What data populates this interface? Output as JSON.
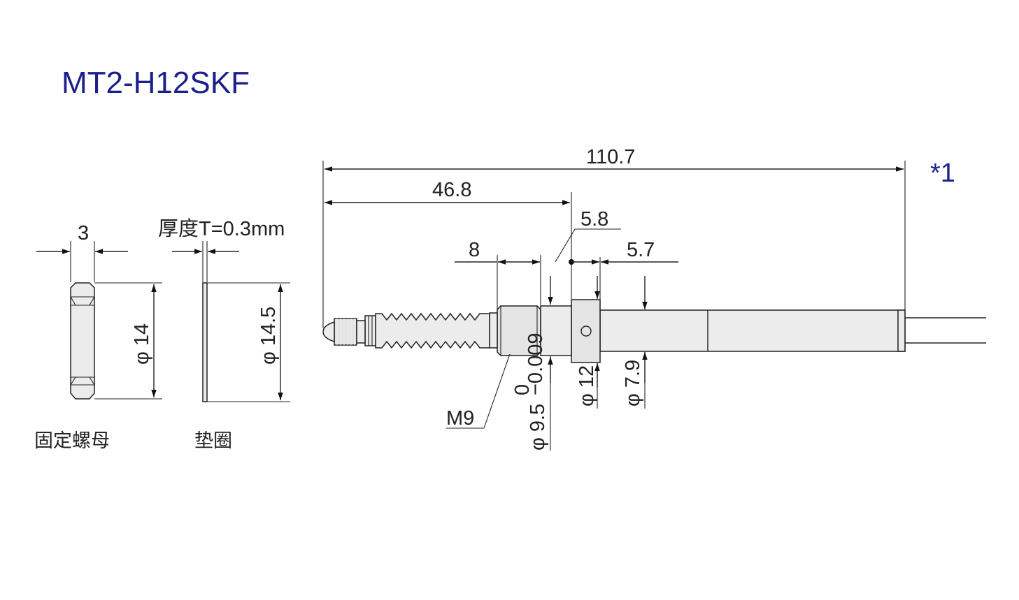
{
  "title": "MT2-H12SKF",
  "note": "*1",
  "colors": {
    "accent": "#1a1f8c",
    "line": "#222222",
    "fill": "#ececec"
  },
  "nut": {
    "caption": "固定螺母",
    "width": "3",
    "diameter": "φ 14"
  },
  "washer": {
    "caption": "垫圈",
    "thickness": "厚度T=0.3mm",
    "diameter": "φ 14.5"
  },
  "sensor": {
    "total_length": "110.7",
    "length_to_flange": "46.8",
    "flange_width": "5.8",
    "thread_length": "8",
    "collar_width": "5.7",
    "thread": "M9",
    "seat_diameter": "φ 9.5",
    "seat_tolerance_upper": "0",
    "seat_tolerance_lower": "−0.009",
    "flange_diameter": "φ 12",
    "body_diameter": "φ 7.9"
  }
}
